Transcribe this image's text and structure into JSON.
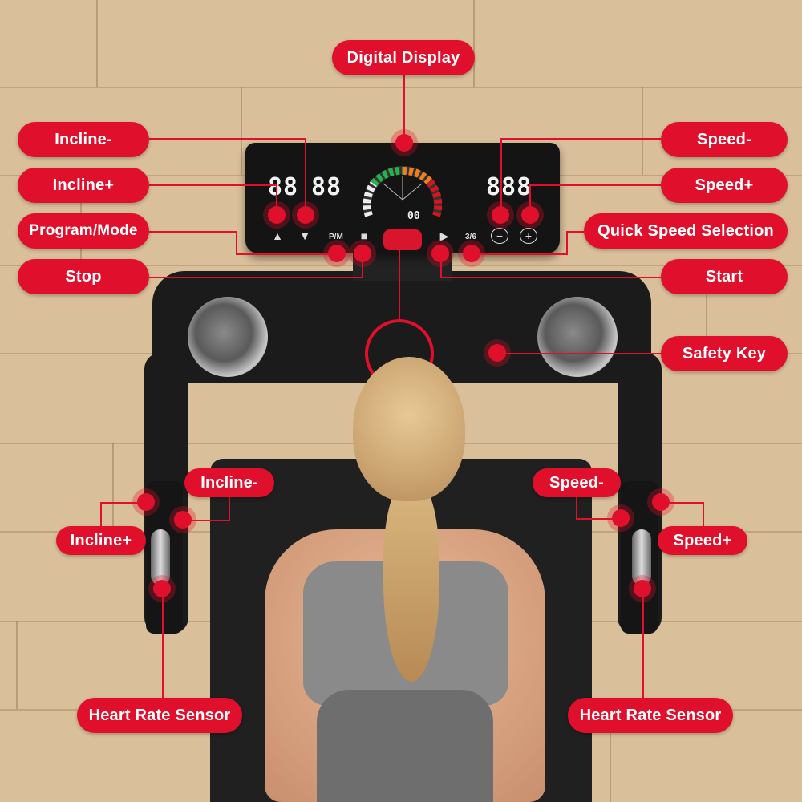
{
  "callouts": {
    "digital_display": "Digital Display",
    "incline_minus_top": "Incline-",
    "incline_plus_top": "Incline+",
    "program_mode": "Program/Mode",
    "stop": "Stop",
    "speed_minus_top": "Speed-",
    "speed_plus_top": "Speed+",
    "quick_speed_selection": "Quick Speed Selection",
    "start": "Start",
    "safety_key": "Safety Key",
    "incline_minus_handle": "Incline-",
    "incline_plus_handle": "Incline+",
    "speed_minus_handle": "Speed-",
    "speed_plus_handle": "Speed+",
    "heart_rate_left": "Heart Rate Sensor",
    "heart_rate_right": "Heart Rate Sensor"
  },
  "console": {
    "left_display_1": "88",
    "left_display_2": "88",
    "right_display": "888",
    "center_display": "00",
    "pm_label": "P/M",
    "quick_label": "3/6"
  },
  "colors": {
    "accent": "#e0102c"
  }
}
